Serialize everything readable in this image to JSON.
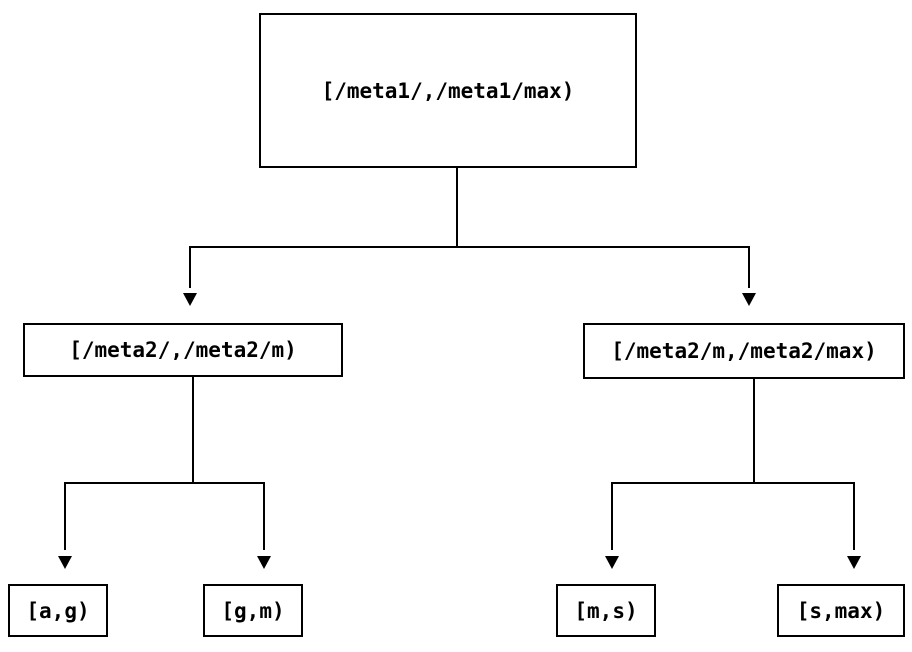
{
  "diagram": {
    "type": "tree",
    "description": "Key-range partition split tree",
    "colors": {
      "background": "#ffffff",
      "line": "#000000",
      "text": "#000000",
      "node_fill": "#ffffff"
    },
    "nodes": {
      "root": {
        "label": "[/meta1/,/meta1/max)"
      },
      "left": {
        "label": "[/meta2/,/meta2/m)"
      },
      "right": {
        "label": "[/meta2/m,/meta2/max)"
      },
      "left_left": {
        "label": "[a,g)"
      },
      "left_right": {
        "label": "[g,m)"
      },
      "right_left": {
        "label": "[m,s)"
      },
      "right_right": {
        "label": "[s,max)"
      }
    },
    "edges": [
      {
        "from": "root",
        "to": "left"
      },
      {
        "from": "root",
        "to": "right"
      },
      {
        "from": "left",
        "to": "left_left"
      },
      {
        "from": "left",
        "to": "left_right"
      },
      {
        "from": "right",
        "to": "right_left"
      },
      {
        "from": "right",
        "to": "right_right"
      }
    ]
  }
}
